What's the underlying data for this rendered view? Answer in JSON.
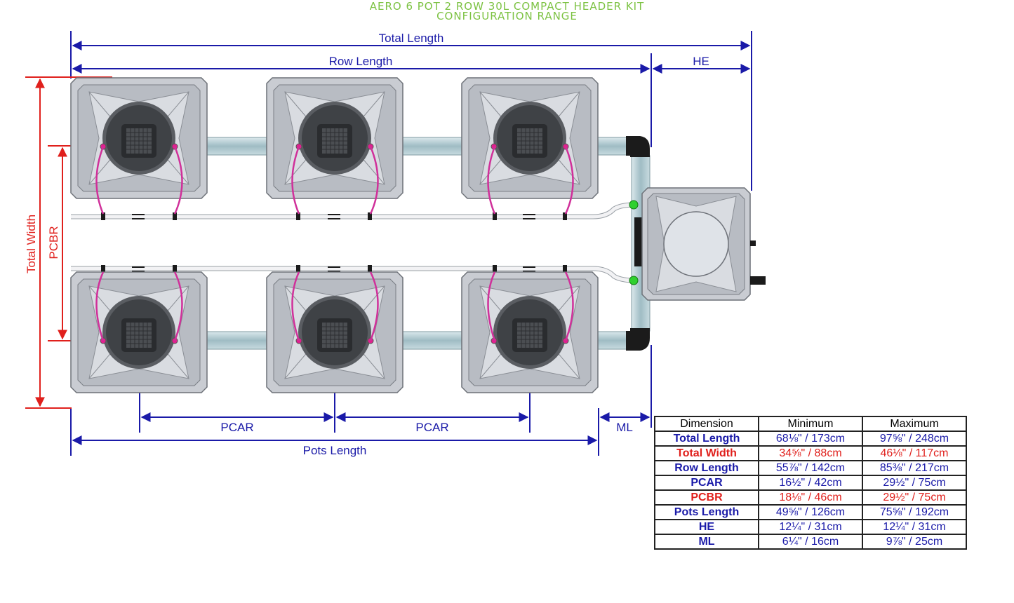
{
  "title": {
    "line1": "AERO 6 POT 2 ROW 30L COMPACT HEADER KIT",
    "line2": "CONFIGURATION RANGE"
  },
  "labels": {
    "total_length": "Total Length",
    "row_length": "Row Length",
    "he": "HE",
    "total_width": "Total Width",
    "pcbr": "PCBR",
    "pcar_1": "PCAR",
    "pcar_2": "PCAR",
    "ml": "ML",
    "pots_length": "Pots Length"
  },
  "colors": {
    "blue": "#1a1aa8",
    "red": "#e0201c",
    "green_title": "#7cc242",
    "pot_grey": "#c9ccd2",
    "pipe": "#a9c4cc",
    "tube_magenta": "#d0309a",
    "valve_green": "#2fd02f"
  },
  "table": {
    "headers": [
      "Dimension",
      "Minimum",
      "Maximum"
    ],
    "rows": [
      {
        "name": "Total Length",
        "min": "68⅛\" / 173cm",
        "max": "97⅝\" / 248cm",
        "color": "blue"
      },
      {
        "name": "Total Width",
        "min": "34⅝\" / 88cm",
        "max": "46⅛\" / 117cm",
        "color": "red"
      },
      {
        "name": "Row Length",
        "min": "55⅞\" / 142cm",
        "max": "85⅜\" / 217cm",
        "color": "blue"
      },
      {
        "name": "PCAR",
        "min": "16½\" / 42cm",
        "max": "29½\" / 75cm",
        "color": "blue"
      },
      {
        "name": "PCBR",
        "min": "18⅛\" / 46cm",
        "max": "29½\" / 75cm",
        "color": "red"
      },
      {
        "name": "Pots Length",
        "min": "49⅝\" / 126cm",
        "max": "75⅝\" / 192cm",
        "color": "blue"
      },
      {
        "name": "HE",
        "min": "12¼\" / 31cm",
        "max": "12¼\" / 31cm",
        "color": "blue"
      },
      {
        "name": "ML",
        "min": "6¼\" / 16cm",
        "max": "9⅞\" / 25cm",
        "color": "blue"
      }
    ]
  }
}
